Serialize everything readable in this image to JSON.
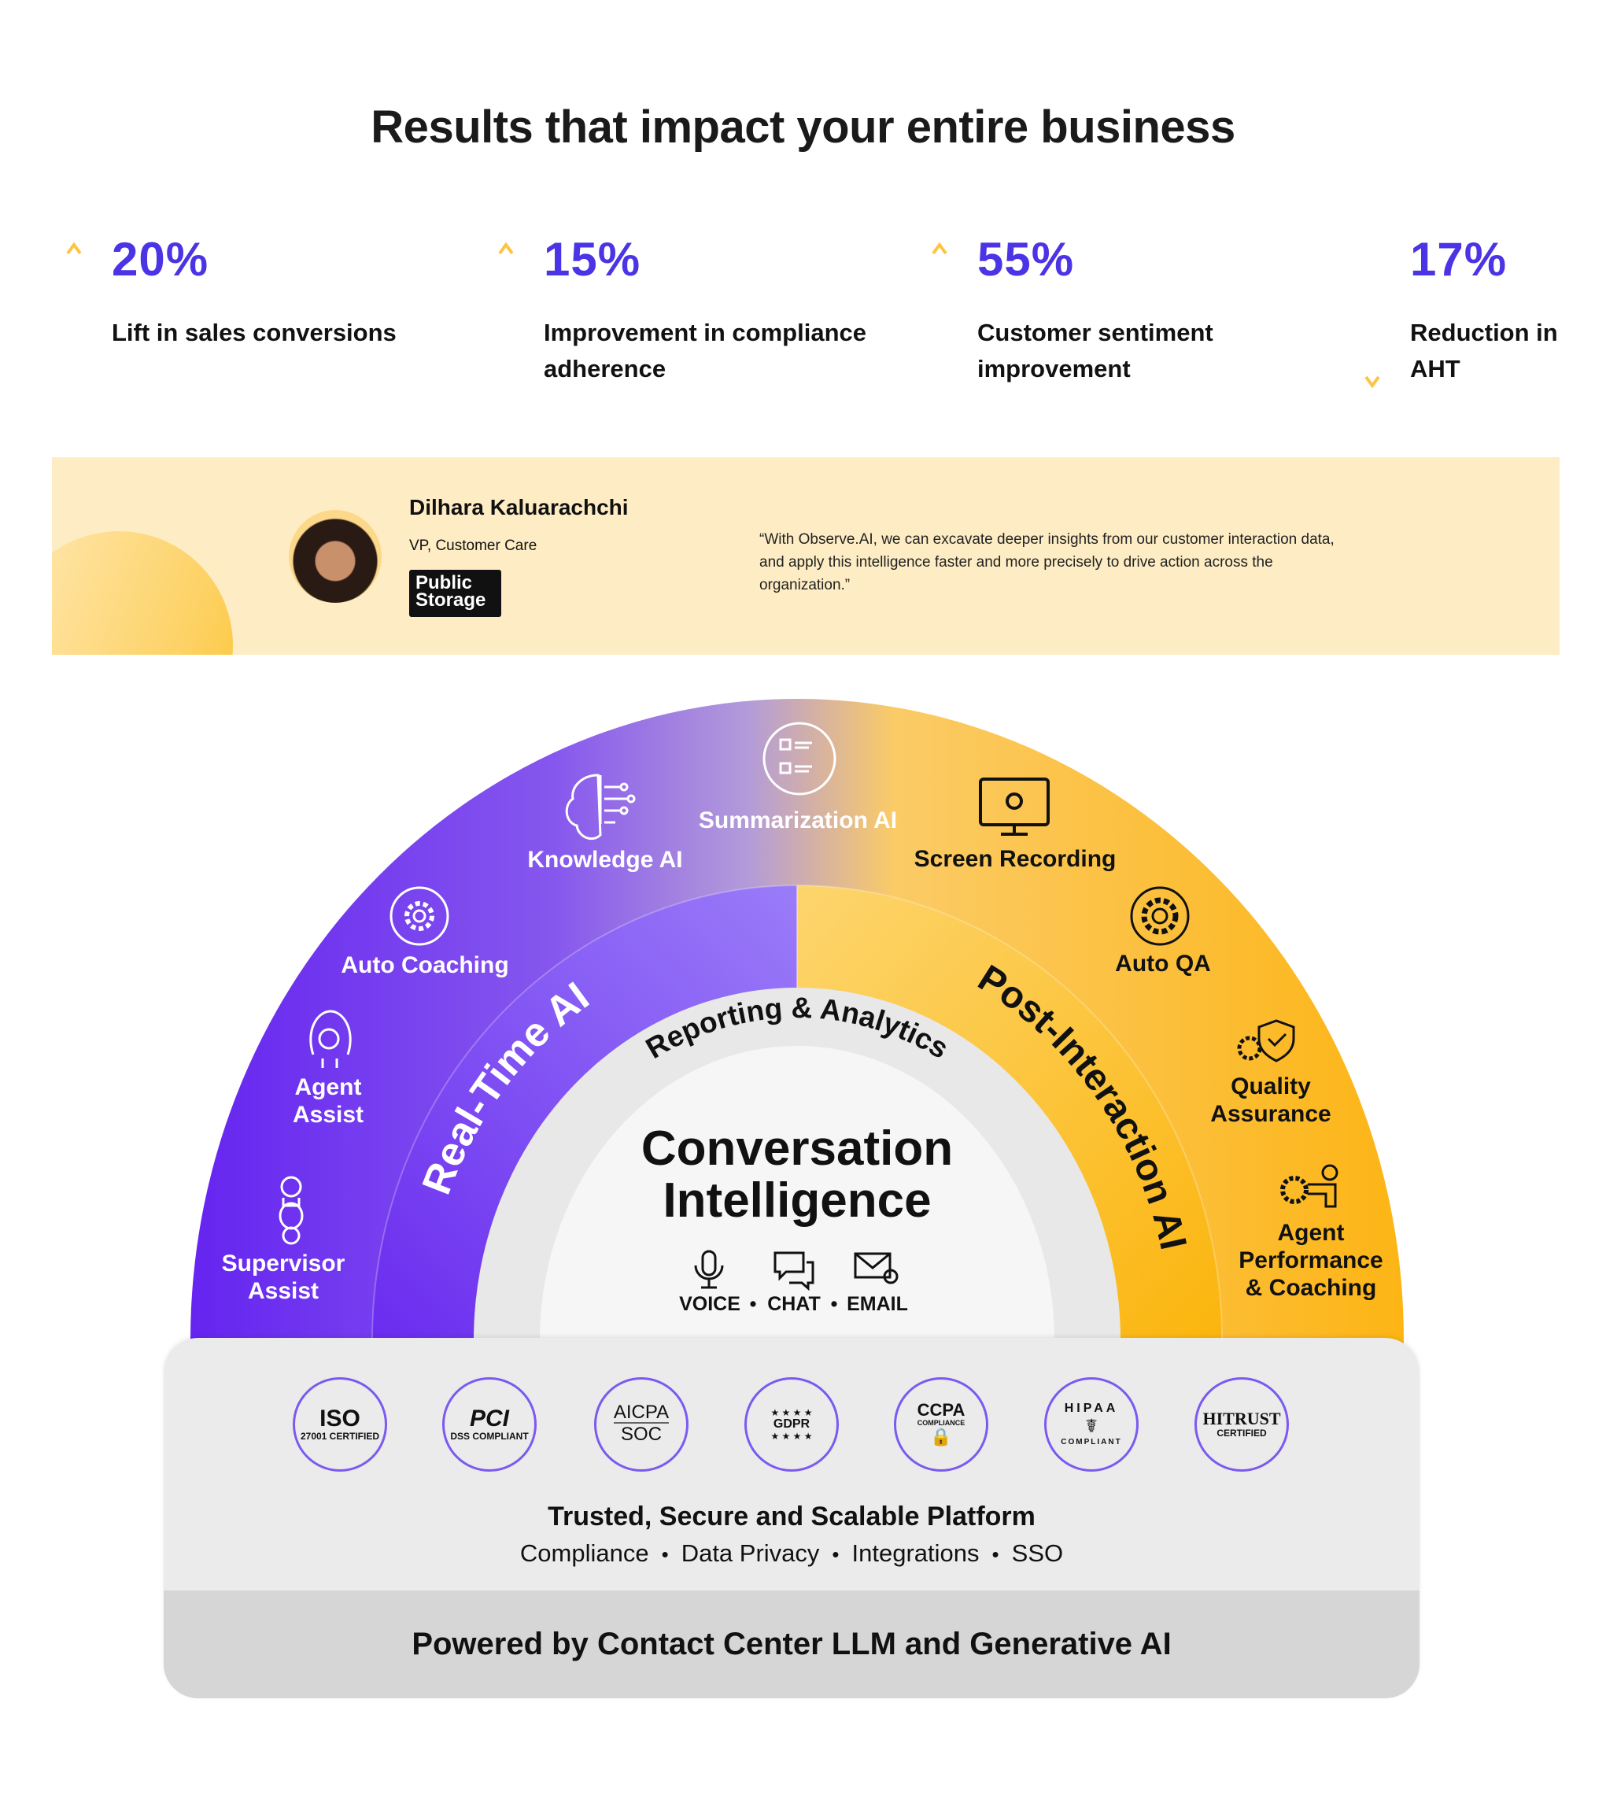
{
  "title": "Results that impact your entire business",
  "colors": {
    "accent": "#4B33E6",
    "yellow": "#FDC43F",
    "band": "#FEEDC4",
    "purple": "#6A2BEF"
  },
  "stats": [
    {
      "value": "20%",
      "line1": "Lift in sales conversions",
      "line2": "",
      "direction": "up"
    },
    {
      "value": "15%",
      "line1": "Improvement in compliance",
      "line2": "adherence",
      "direction": "up"
    },
    {
      "value": "55%",
      "line1": "Customer sentiment",
      "line2": "improvement",
      "direction": "up"
    },
    {
      "value": "17%",
      "line1": "Reduction in",
      "line2": "AHT",
      "direction": "down"
    }
  ],
  "testimonial": {
    "name": "Dilhara Kaluarachchi",
    "role": "VP, Customer Care",
    "company_line1": "Public",
    "company_line2": "Storage",
    "quote": "“With Observe.AI, we can excavate deeper insights from our customer interaction data, and apply this intelligence faster and more precisely to drive action across the organization.”"
  },
  "arch": {
    "realtime_label": "Real-Time AI",
    "post_label": "Post-Interaction AI",
    "reporting_label": "Reporting & Analytics",
    "center_line1": "Conversation",
    "center_line2": "Intelligence",
    "channels": [
      "VOICE",
      "CHAT",
      "EMAIL"
    ],
    "separator": "•",
    "items": [
      {
        "icon": "supervisor-icon",
        "lines": [
          "Supervisor",
          "Assist"
        ]
      },
      {
        "icon": "headset-icon",
        "lines": [
          "Agent",
          "Assist"
        ]
      },
      {
        "icon": "gear-refresh-icon",
        "lines": [
          "Auto Coaching"
        ]
      },
      {
        "icon": "brain-icon",
        "lines": [
          "Knowledge AI"
        ]
      },
      {
        "icon": "checklist-icon",
        "lines": [
          "Summarization AI"
        ]
      },
      {
        "icon": "monitor-icon",
        "lines": [
          "Screen Recording"
        ]
      },
      {
        "icon": "gear-cycle-icon",
        "lines": [
          "Auto QA"
        ]
      },
      {
        "icon": "gear-shield-icon",
        "lines": [
          "Quality",
          "Assurance"
        ]
      },
      {
        "icon": "gear-person-icon",
        "lines": [
          "Agent",
          "Performance",
          "& Coaching"
        ]
      }
    ]
  },
  "platform": {
    "badges": [
      {
        "main": "ISO",
        "sub": "27001 CERTIFIED"
      },
      {
        "main": "PCI",
        "sub": "DSS COMPLIANT"
      },
      {
        "main": "AICPA",
        "sub": "SOC"
      },
      {
        "main": "GDPR",
        "sub": "★ ★ ★ ★"
      },
      {
        "main": "CCPA",
        "sub": "COMPLIANCE"
      },
      {
        "main": "HIPAA",
        "sub": "COMPLIANT"
      },
      {
        "main": "HITRUST",
        "sub": "CERTIFIED"
      }
    ],
    "title": "Trusted, Secure and Scalable Platform",
    "features": [
      "Compliance",
      "Data Privacy",
      "Integrations",
      "SSO"
    ]
  },
  "footer": "Powered by Contact Center LLM and Generative AI"
}
